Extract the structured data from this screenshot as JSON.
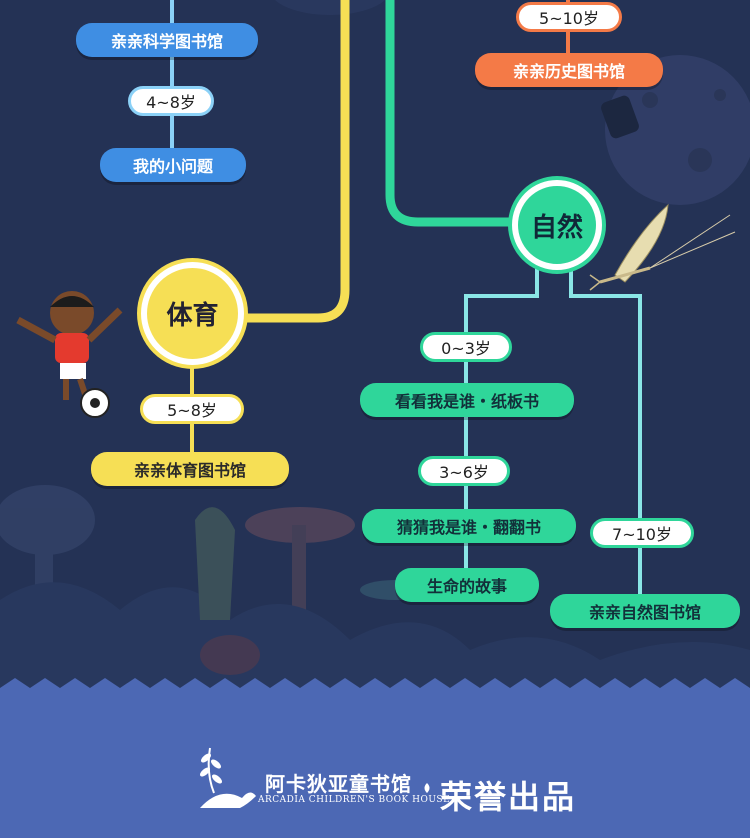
{
  "science": {
    "book_1": "亲亲科学图书馆",
    "age": "4~8岁",
    "book_2": "我的小问题"
  },
  "history": {
    "age": "5~10岁",
    "book": "亲亲历史图书馆"
  },
  "sports": {
    "title": "体育",
    "age": "5~8岁",
    "book": "亲亲体育图书馆"
  },
  "nature": {
    "title": "自然",
    "age_1": "0~3岁",
    "book_1": "看看我是谁・纸板书",
    "age_2": "3~6岁",
    "book_2": "猜猜我是谁・翻翻书",
    "book_3": "生命的故事",
    "age_3": "7~10岁",
    "book_4": "亲亲自然图书馆"
  },
  "footer": {
    "brand_cn": "阿卡狄亚童书馆",
    "brand_en": "ARCADIA CHILDREN'S BOOK HOUSE",
    "honor": "荣誉出品"
  },
  "colors": {
    "background": "#243255",
    "science_blue": "#3f8ee3",
    "history_orange": "#f47a47",
    "sports_yellow": "#f6df55",
    "nature_green": "#2fd69a",
    "footer_blue": "#4c68b4"
  }
}
